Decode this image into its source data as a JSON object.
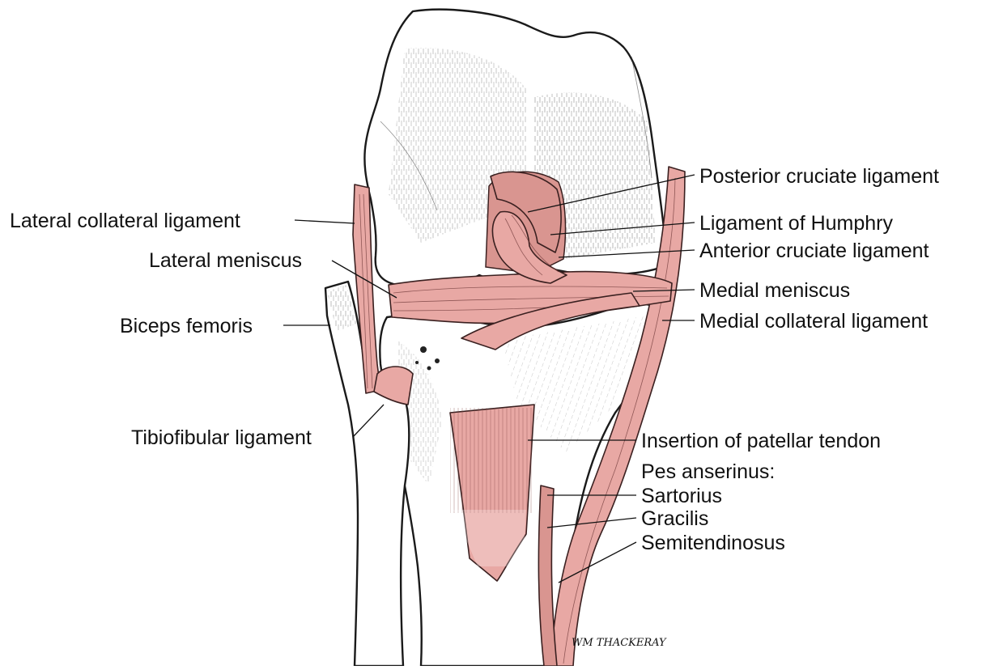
{
  "colors": {
    "ligament": "#e8a8a4",
    "ligament_dark": "#d99590",
    "bone": "#ffffff",
    "ink": "#1a1a1a"
  },
  "labels": {
    "posterior_cruciate": "Posterior cruciate ligament",
    "lateral_collateral": "Lateral collateral ligament",
    "humphry": "Ligament of Humphry",
    "anterior_cruciate": "Anterior cruciate ligament",
    "lateral_meniscus": "Lateral meniscus",
    "medial_meniscus": "Medial meniscus",
    "biceps_femoris": "Biceps femoris",
    "medial_collateral": "Medial collateral ligament",
    "tibiofibular": "Tibiofibular ligament",
    "patellar_insertion": "Insertion of patellar tendon",
    "pes_anserinus": "Pes anserinus:",
    "sartorius": "Sartorius",
    "gracilis": "Gracilis",
    "semitendinosus": "Semitendinosus"
  },
  "signature": "WM THACKERAY"
}
